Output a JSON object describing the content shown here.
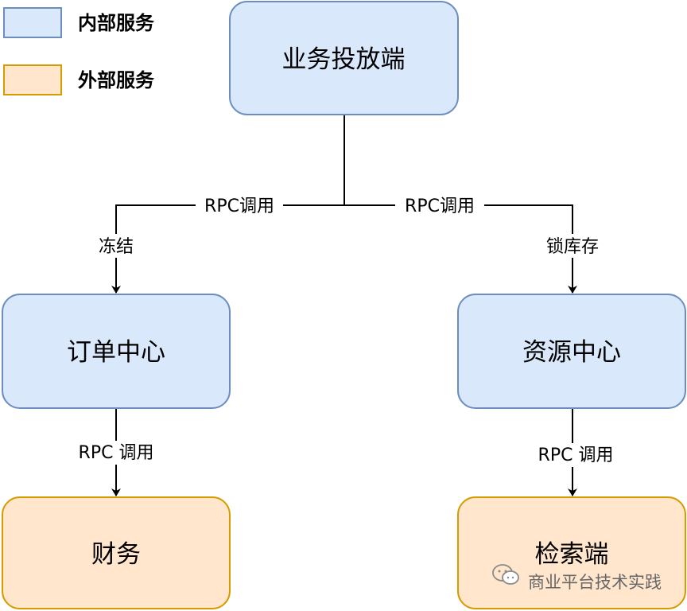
{
  "legend": {
    "internal_label": "内部服务",
    "external_label": "外部服务"
  },
  "nodes": {
    "business_delivery": "业务投放端",
    "order_center": "订单中心",
    "resource_center": "资源中心",
    "finance": "财务",
    "search": "检索端"
  },
  "edges": {
    "rpc_left": "RPC调用",
    "rpc_right": "RPC调用",
    "freeze": "冻结",
    "lock_inventory": "锁库存",
    "rpc_order_finance": "RPC 调用",
    "rpc_resource_search": "RPC 调用"
  },
  "watermark": {
    "text": "商业平台技术实践",
    "icon": "wechat-icon"
  },
  "colors": {
    "internal_fill": "#dae8fc",
    "internal_stroke": "#6c8ebf",
    "external_fill": "#ffe6cc",
    "external_stroke": "#d79b00",
    "line": "#000000"
  }
}
